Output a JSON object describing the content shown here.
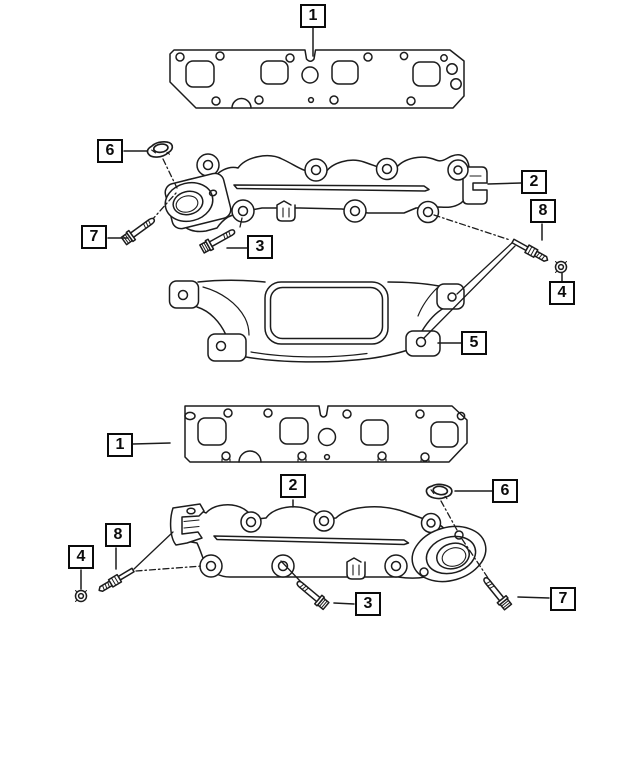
{
  "colors": {
    "background": "#ffffff",
    "line": "#1c1c1c",
    "callout_border": "#0b0b0b",
    "callout_text": "#0b0b0b"
  },
  "callouts": [
    {
      "id": "callout-1-top",
      "label": "1"
    },
    {
      "id": "callout-6-upper",
      "label": "6"
    },
    {
      "id": "callout-7-upper",
      "label": "7"
    },
    {
      "id": "callout-2-upper",
      "label": "2"
    },
    {
      "id": "callout-8-upper",
      "label": "8"
    },
    {
      "id": "callout-4-upper",
      "label": "4"
    },
    {
      "id": "callout-3-upper",
      "label": "3"
    },
    {
      "id": "callout-5",
      "label": "5"
    },
    {
      "id": "callout-1-lower",
      "label": "1"
    },
    {
      "id": "callout-2-lower",
      "label": "2"
    },
    {
      "id": "callout-6-lower",
      "label": "6"
    },
    {
      "id": "callout-8-lower",
      "label": "8"
    },
    {
      "id": "callout-4-lower",
      "label": "4"
    },
    {
      "id": "callout-3-lower",
      "label": "3"
    },
    {
      "id": "callout-7-lower",
      "label": "7"
    }
  ]
}
